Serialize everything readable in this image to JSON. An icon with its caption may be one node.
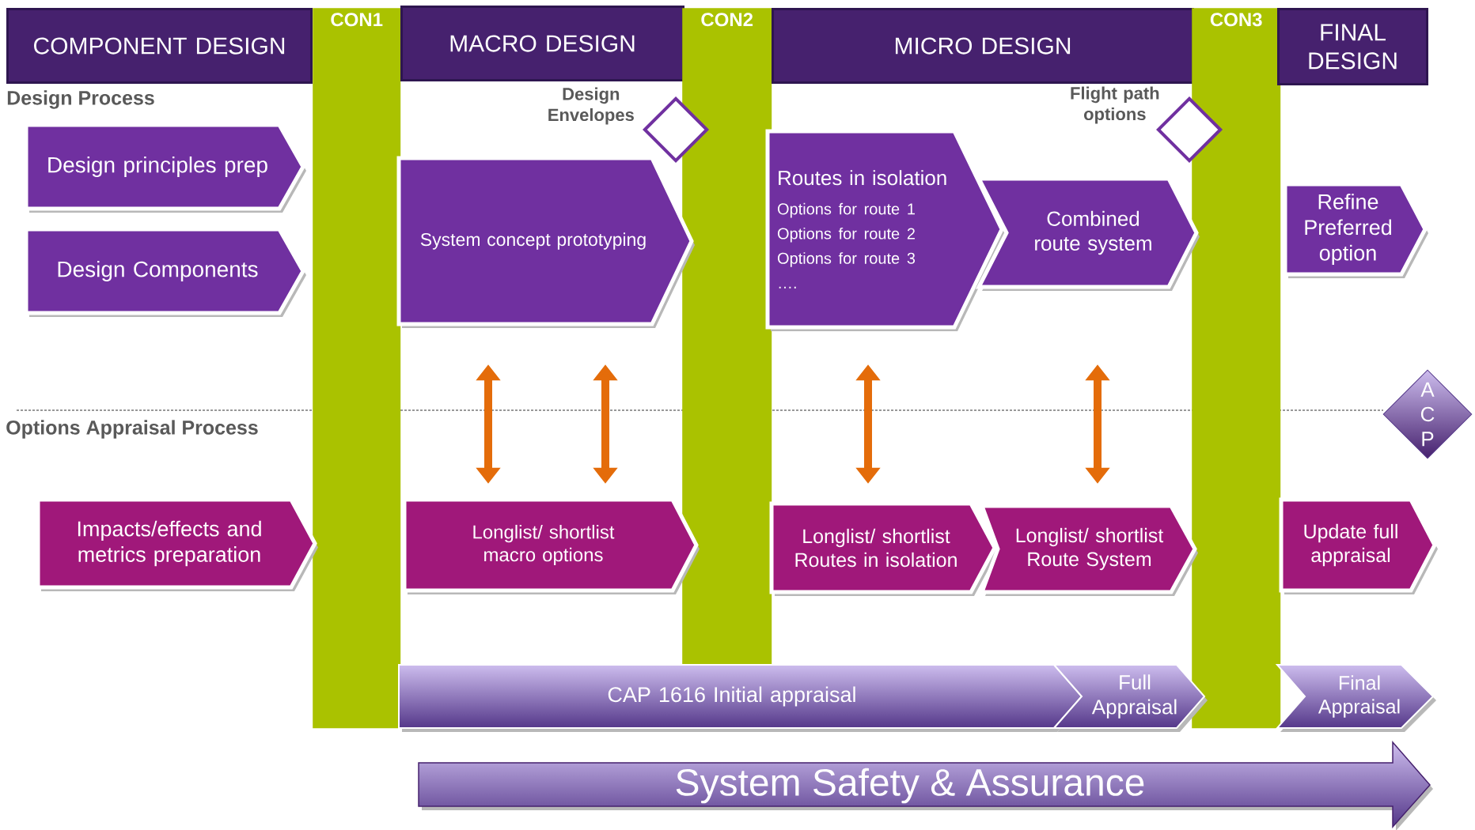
{
  "diagram": {
    "nodes": [
      {
        "text": [
          "COMPONENT DESIGN"
        ]
      },
      {
        "text": [
          "CON1"
        ]
      },
      {
        "text": [
          "MACRO DESIGN"
        ]
      },
      {
        "text": [
          "CON2"
        ]
      },
      {
        "text": [
          "MICRO DESIGN"
        ]
      },
      {
        "text": [
          "CON3"
        ]
      },
      {
        "text": [
          "FINAL DESIGN"
        ]
      },
      {
        "text": [
          "Design principles prep"
        ]
      },
      {
        "text": [
          "Design Components"
        ]
      },
      {
        "text": [
          "Design Envelopes"
        ]
      },
      {
        "text": [
          "System concept prototyping"
        ]
      },
      {
        "text": [
          "Routes in isolation",
          "Options for route 1",
          "Options for route 2",
          "Options for route 3",
          "…."
        ]
      },
      {
        "text": [
          "Combined route system"
        ]
      },
      {
        "text": [
          "Flight path options"
        ]
      },
      {
        "text": [
          "Refine Preferred option"
        ]
      },
      {
        "text": [
          "A C P"
        ]
      },
      {
        "text": [
          "Impacts/effects and metrics preparation"
        ]
      },
      {
        "text": [
          "Longlist/ shortlist macro options"
        ]
      },
      {
        "text": [
          "Longlist/ shortlist Routes in isolation"
        ]
      },
      {
        "text": [
          "Longlist/ shortlist Route System"
        ]
      },
      {
        "text": [
          "Update full appraisal"
        ]
      },
      {
        "text": [
          "CAP 1616 Initial appraisal"
        ]
      },
      {
        "text": [
          "Full Appraisal"
        ]
      },
      {
        "text": [
          "Final Appraisal"
        ]
      },
      {
        "text": [
          "System Safety & Assurance"
        ]
      }
    ],
    "edges": [
      {
        "from": 10,
        "to": 17,
        "arrow": "both"
      },
      {
        "from": 10,
        "to": 17,
        "arrow": "both"
      },
      {
        "from": 11,
        "to": 18,
        "arrow": "both"
      },
      {
        "from": 12,
        "to": 19,
        "arrow": "both"
      }
    ],
    "labels": [
      "Design Process",
      "Options Appraisal Process"
    ]
  }
}
